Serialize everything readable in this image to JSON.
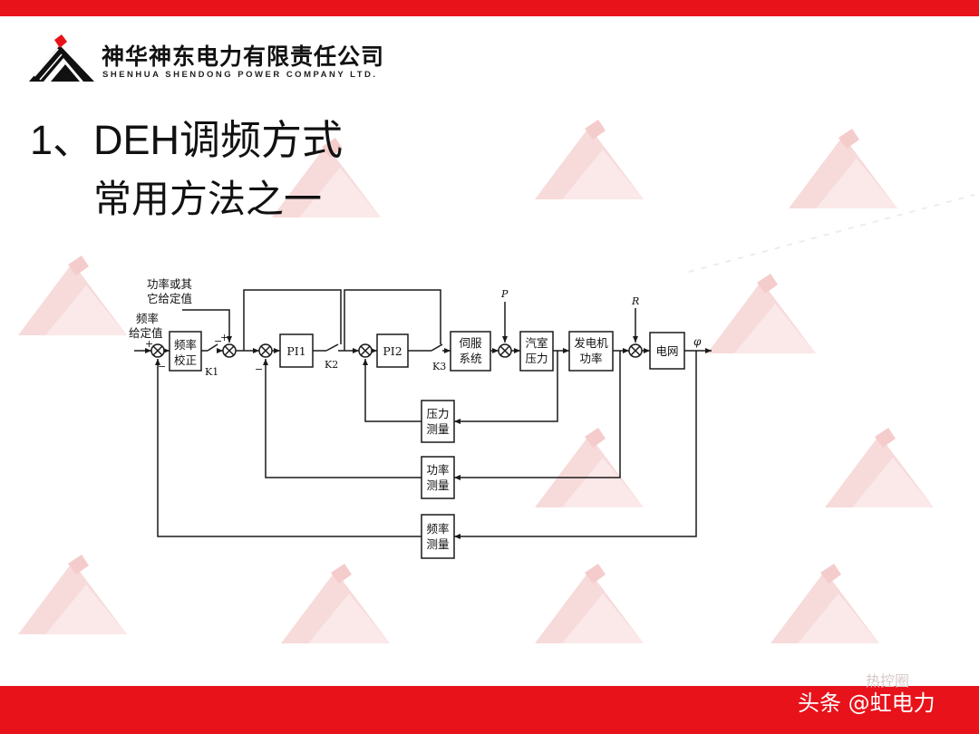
{
  "header": {
    "company_cn": "神华神东电力有限责任公司",
    "company_en": "SHENHUA SHENDONG POWER COMPANY LTD."
  },
  "slide": {
    "title_line1": "1、DEH调频方式",
    "title_line2": "常用方法之一"
  },
  "diagram": {
    "inputs": {
      "power_setpoint_l1": "功率或其",
      "power_setpoint_l2": "它给定值",
      "freq_setpoint_l1": "频率",
      "freq_setpoint_l2": "给定值"
    },
    "blocks": {
      "freq_correction_l1": "频率",
      "freq_correction_l2": "校正",
      "pi1": "PI1",
      "pi2": "PI2",
      "servo_l1": "伺服",
      "servo_l2": "系统",
      "chamber_l1": "汽室",
      "chamber_l2": "压力",
      "gen_power_l1": "发电机",
      "gen_power_l2": "功率",
      "grid": "电网",
      "pressure_meas_l1": "压力",
      "pressure_meas_l2": "测量",
      "power_meas_l1": "功率",
      "power_meas_l2": "测量",
      "freq_meas_l1": "频率",
      "freq_meas_l2": "测量"
    },
    "switches": {
      "k1": "K1",
      "k2": "K2",
      "k3": "K3"
    },
    "signs": {
      "plus": "+",
      "minus": "−"
    },
    "disturbances": {
      "p": "P",
      "r": "R"
    },
    "output": "φ"
  },
  "footer": {
    "credit": "头条 @虹电力",
    "faded_credit": "热控圈"
  },
  "colors": {
    "brand_red": "#e8121b",
    "watermark": "#f7dada",
    "text": "#111111",
    "line": "#1a1a1a"
  }
}
